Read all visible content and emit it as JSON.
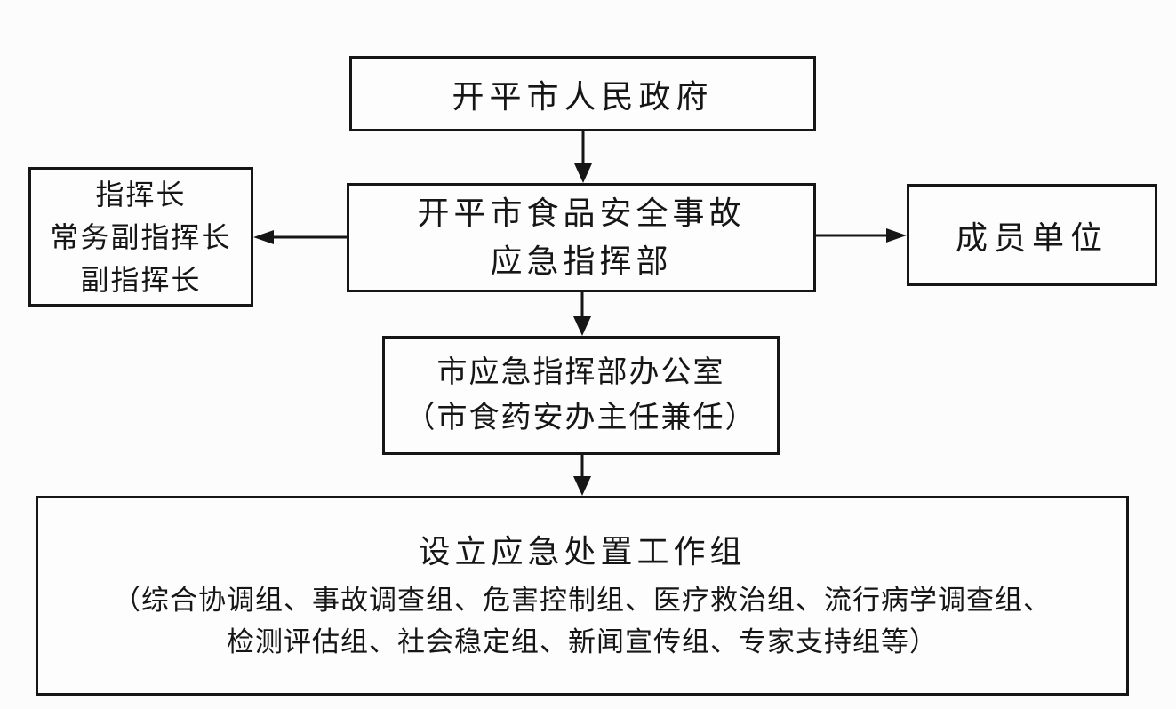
{
  "page": {
    "background_color": "#fcfcfc",
    "line_color": "#161616",
    "text_color": "#161616",
    "box_background_color": "#fdfdfd"
  },
  "nodes": {
    "government": {
      "label": "开平市人民政府"
    },
    "command_hq": {
      "lines": [
        "开平市食品安全事故",
        "应急指挥部"
      ]
    },
    "commanders": {
      "lines": [
        "指挥长",
        "常务副指挥长",
        "副指挥长"
      ]
    },
    "member_units": {
      "label": "成员单位"
    },
    "hq_office": {
      "lines": [
        "市应急指挥部办公室",
        "（市食药安办主任兼任）"
      ]
    },
    "work_groups": {
      "heading": "设立应急处置工作组",
      "lines": [
        "（综合协调组、事故调查组、危害控制组、医疗救治组、流行病学调查组、",
        "检测评估组、社会稳定组、新闻宣传组、专家支持组等）"
      ]
    }
  },
  "connectors": [
    {
      "from": "government",
      "to": "command_hq",
      "direction": "down"
    },
    {
      "from": "command_hq",
      "to": "commanders",
      "direction": "left"
    },
    {
      "from": "command_hq",
      "to": "member_units",
      "direction": "right"
    },
    {
      "from": "command_hq",
      "to": "hq_office",
      "direction": "down"
    },
    {
      "from": "hq_office",
      "to": "work_groups",
      "direction": "down"
    }
  ]
}
